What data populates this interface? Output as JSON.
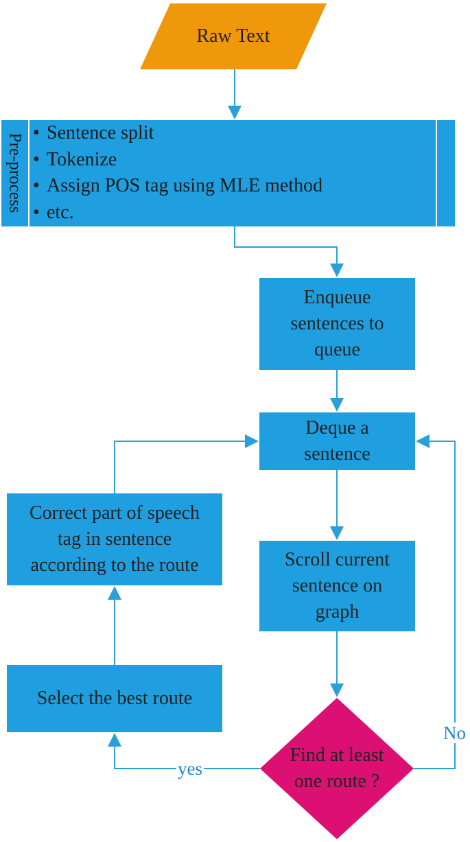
{
  "diagram": {
    "colors": {
      "process_fill": "#1f9fe0",
      "start_fill": "#f0980c",
      "decision_fill": "#dc0f72",
      "connector": "#2a9fd8",
      "edge_label": "#1f8ad0"
    },
    "start": {
      "label": "Raw Text"
    },
    "preprocess": {
      "side_label": "Pre-process",
      "bullet": "•",
      "items": [
        "Sentence split",
        "Tokenize",
        "Assign POS tag using MLE method",
        "etc."
      ]
    },
    "enqueue": {
      "lines": [
        "Enqueue",
        "sentences to",
        "queue"
      ]
    },
    "deque": {
      "lines": [
        "Deque a",
        "sentence"
      ]
    },
    "scroll": {
      "lines": [
        "Scroll current",
        "sentence on",
        "graph"
      ]
    },
    "decision": {
      "lines": [
        "Find at least",
        "one route ?"
      ]
    },
    "select": {
      "lines": [
        "Select the best route"
      ]
    },
    "correct": {
      "lines": [
        "Correct part of speech",
        "tag in sentence",
        "according to the route"
      ]
    },
    "edges": {
      "yes_label": "yes",
      "no_label": "No"
    }
  }
}
